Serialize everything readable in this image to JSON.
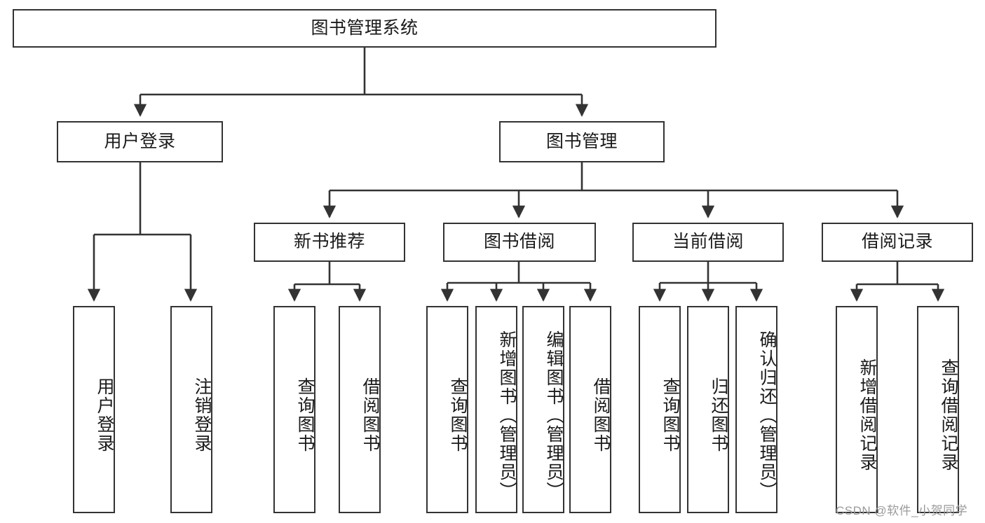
{
  "diagram": {
    "title_box": {
      "label": "图书管理系统"
    },
    "level2": [
      {
        "id": "user-login",
        "label": "用户登录"
      },
      {
        "id": "book-management",
        "label": "图书管理"
      }
    ],
    "level3": [
      {
        "id": "new-book-recommend",
        "label": "新书推荐"
      },
      {
        "id": "book-borrow",
        "label": "图书借阅"
      },
      {
        "id": "current-borrow",
        "label": "当前借阅"
      },
      {
        "id": "borrow-record",
        "label": "借阅记录"
      }
    ],
    "leaves": {
      "user_login": [
        {
          "id": "leaf-user-login",
          "label": "用户登录"
        },
        {
          "id": "leaf-logout",
          "label": "注销登录"
        }
      ],
      "new_book_recommend": [
        {
          "id": "leaf-query-book-1",
          "label": "查询图书"
        },
        {
          "id": "leaf-borrow-book-1",
          "label": "借阅图书"
        }
      ],
      "book_borrow": [
        {
          "id": "leaf-query-book-2",
          "label": "查询图书"
        },
        {
          "id": "leaf-add-book",
          "label": "新增图书（管理员）"
        },
        {
          "id": "leaf-edit-book",
          "label": "编辑图书（管理员）"
        },
        {
          "id": "leaf-borrow-book-2",
          "label": "借阅图书"
        }
      ],
      "current_borrow": [
        {
          "id": "leaf-query-book-3",
          "label": "查询图书"
        },
        {
          "id": "leaf-return-book",
          "label": "归还图书"
        },
        {
          "id": "leaf-confirm-return",
          "label": "确认归还（管理员）"
        }
      ],
      "borrow_record": [
        {
          "id": "leaf-add-record",
          "label": "新增借阅记录"
        },
        {
          "id": "leaf-query-record",
          "label": "查询借阅记录"
        }
      ]
    }
  },
  "watermark": {
    "text": "CSDN @软件_小贺同学"
  },
  "colors": {
    "stroke": "#333333",
    "background": "#ffffff",
    "text": "#1a1a1a",
    "watermark": "#9a9a9a"
  }
}
